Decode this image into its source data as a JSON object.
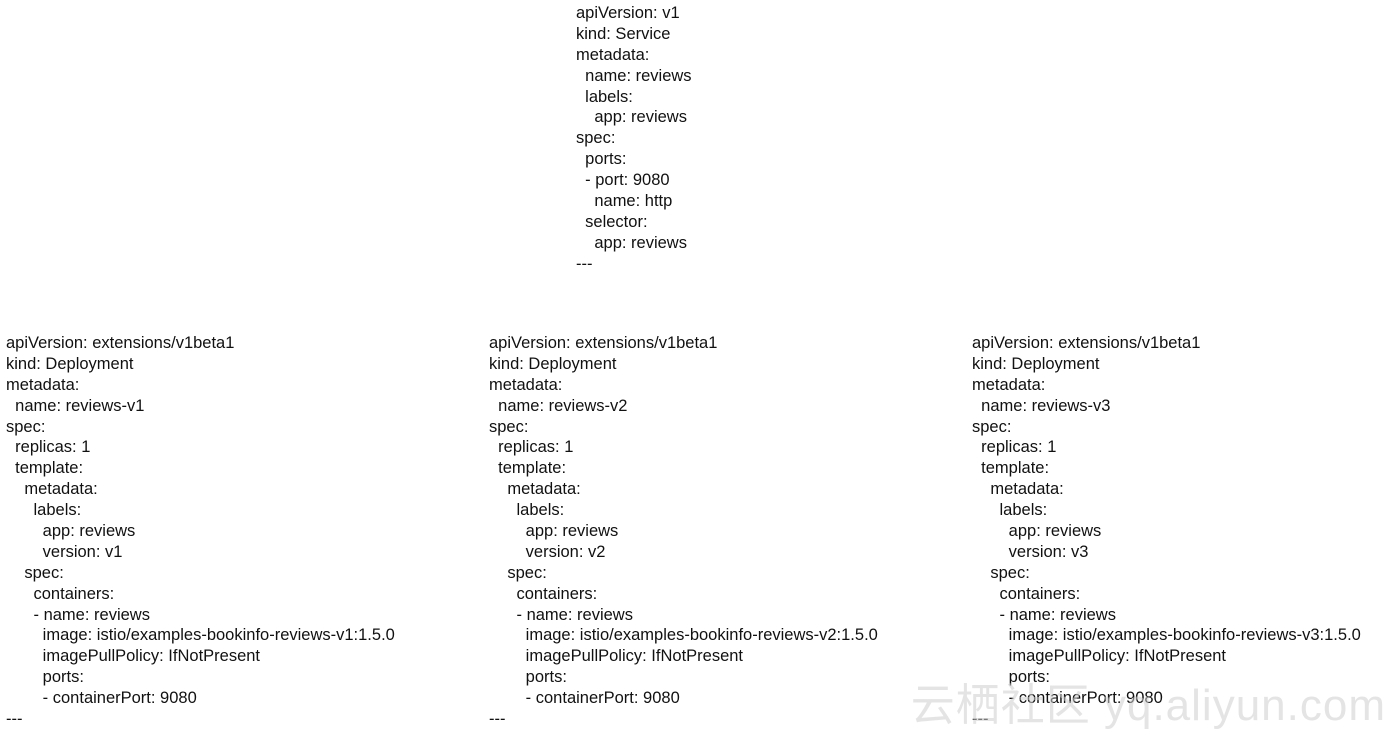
{
  "documents": {
    "service": {
      "lines": [
        "apiVersion: v1",
        "kind: Service",
        "metadata:",
        "  name: reviews",
        "  labels:",
        "    app: reviews",
        "spec:",
        "  ports:",
        "  - port: 9080",
        "    name: http",
        "  selector:",
        "    app: reviews",
        "---"
      ]
    },
    "deployment_v1": {
      "lines": [
        "apiVersion: extensions/v1beta1",
        "kind: Deployment",
        "metadata:",
        "  name: reviews-v1",
        "spec:",
        "  replicas: 1",
        "  template:",
        "    metadata:",
        "      labels:",
        "        app: reviews",
        "        version: v1",
        "    spec:",
        "      containers:",
        "      - name: reviews",
        "        image: istio/examples-bookinfo-reviews-v1:1.5.0",
        "        imagePullPolicy: IfNotPresent",
        "        ports:",
        "        - containerPort: 9080",
        "---"
      ]
    },
    "deployment_v2": {
      "lines": [
        "apiVersion: extensions/v1beta1",
        "kind: Deployment",
        "metadata:",
        "  name: reviews-v2",
        "spec:",
        "  replicas: 1",
        "  template:",
        "    metadata:",
        "      labels:",
        "        app: reviews",
        "        version: v2",
        "    spec:",
        "      containers:",
        "      - name: reviews",
        "        image: istio/examples-bookinfo-reviews-v2:1.5.0",
        "        imagePullPolicy: IfNotPresent",
        "        ports:",
        "        - containerPort: 9080",
        "---"
      ]
    },
    "deployment_v3": {
      "lines": [
        "apiVersion: extensions/v1beta1",
        "kind: Deployment",
        "metadata:",
        "  name: reviews-v3",
        "spec:",
        "  replicas: 1",
        "  template:",
        "    metadata:",
        "      labels:",
        "        app: reviews",
        "        version: v3",
        "    spec:",
        "      containers:",
        "      - name: reviews",
        "        image: istio/examples-bookinfo-reviews-v3:1.5.0",
        "        imagePullPolicy: IfNotPresent",
        "        ports:",
        "        - containerPort: 9080",
        "---"
      ]
    }
  },
  "watermark": {
    "text": "云栖社区 yq.aliyun.com"
  }
}
